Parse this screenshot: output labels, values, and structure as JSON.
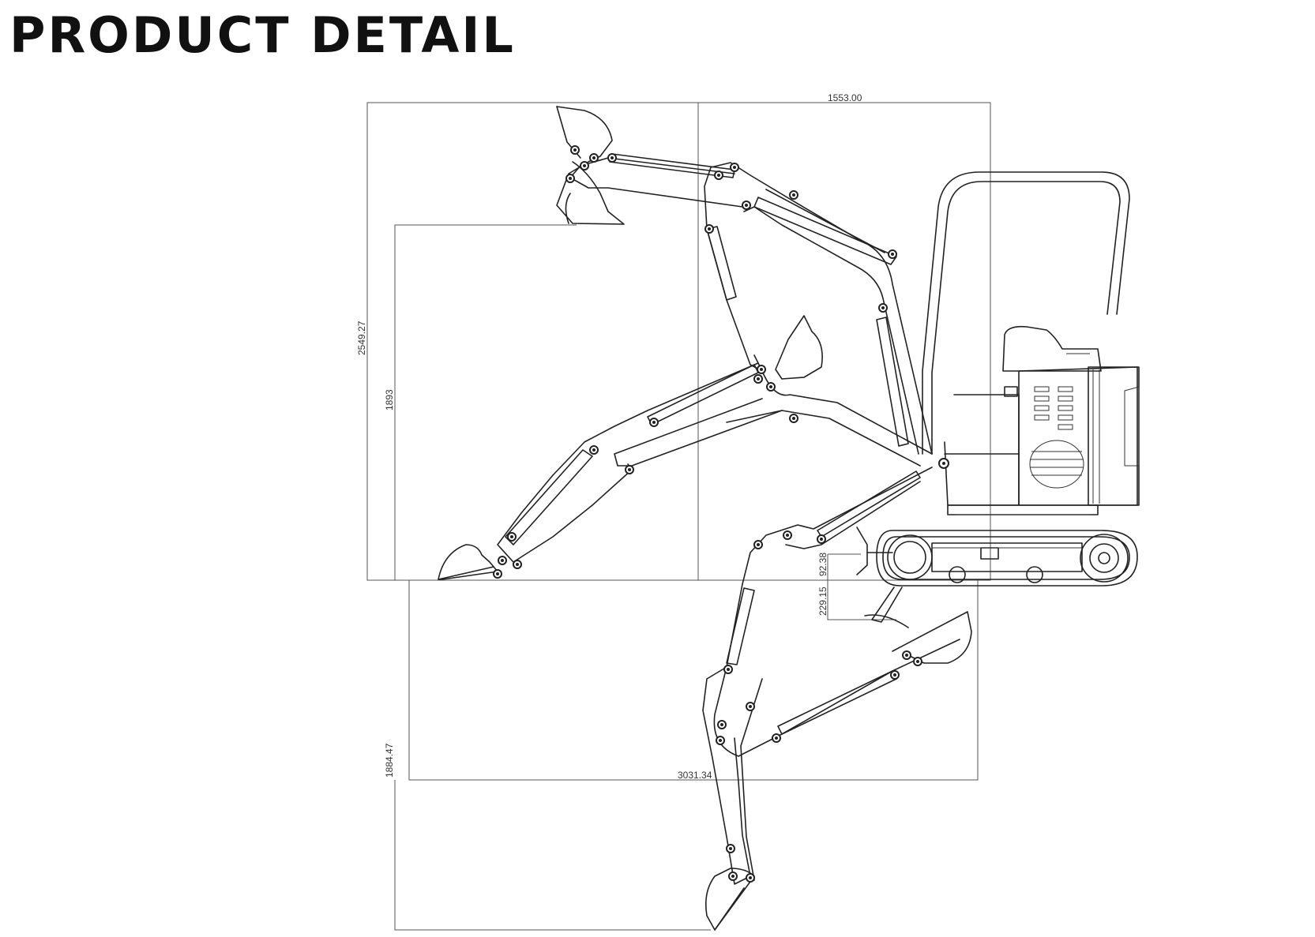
{
  "header": {
    "title": "PRODUCT DETAIL"
  },
  "dimensions": {
    "top_width": "1553.00",
    "overall_height": "2549.27",
    "dump_height": "1893",
    "reach_width": "3031.34",
    "dig_depth": "1884.47",
    "blade_lift": "92.38",
    "blade_drop": "229.15"
  },
  "colors": {
    "line": "#222222",
    "background": "#ffffff"
  }
}
